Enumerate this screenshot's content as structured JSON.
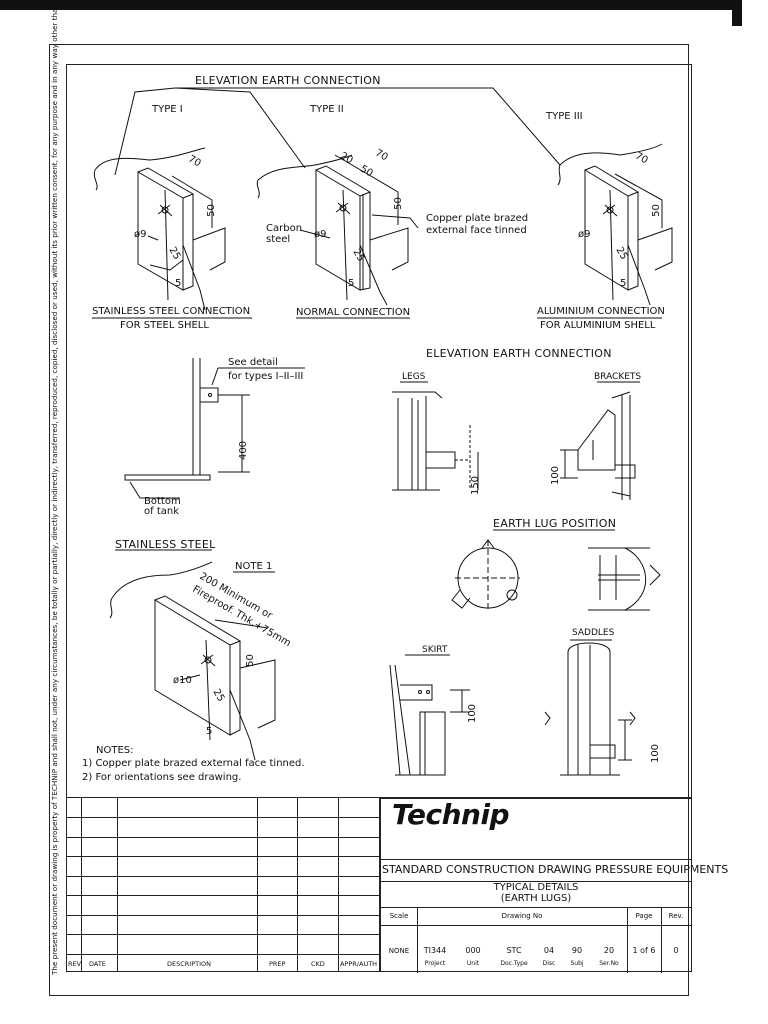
{
  "side_text": "The present document or drawing is property of TECHNIP and shall not, under any circumstances, be totally or partially, directly or indirectly, transferred, reproduced, copied, disclosed or used, without its prior written consent, for any purpose and in any way other than that for which it is specifically furnished or outside the extent of the agreed upon right of use",
  "top": {
    "title": "ELEVATION EARTH CONNECTION",
    "types": [
      {
        "type": "TYPE I",
        "caption1": "STAINLESS STEEL CONNECTION",
        "caption2": "FOR STEEL SHELL",
        "dims": {
          "d70": "70",
          "d50": "50",
          "d25": "25",
          "d5": "5",
          "phi": "ø9"
        }
      },
      {
        "type": "TYPE II",
        "caption1": "NORMAL CONNECTION",
        "caption2": "",
        "dims": {
          "d70": "70",
          "d50": "50",
          "d20": "20",
          "d50b": "50",
          "d25": "25",
          "d5": "5",
          "phi": "ø9"
        },
        "carbon1": "Carbon",
        "carbon2": "steel",
        "copper1": "Copper plate brazed",
        "copper2": "external face tinned"
      },
      {
        "type": "TYPE III",
        "caption1": "ALUMINIUM CONNECTION",
        "caption2": "FOR ALUMINIUM SHELL",
        "dims": {
          "d70": "70",
          "d50": "50",
          "d25": "25",
          "d5": "5",
          "phi": "ø9"
        }
      }
    ]
  },
  "mid_left": {
    "see1": "See detail",
    "see2": "for types I–II–III",
    "d400": "400",
    "bottom1": "Bottom",
    "bottom2": "of tank"
  },
  "mid_right": {
    "title": "ELEVATION EARTH CONNECTION",
    "legs": "LEGS",
    "brackets": "BRACKETS",
    "d150": "150",
    "d100": "100"
  },
  "lug": {
    "title": "EARTH LUG POSITION"
  },
  "stainless": {
    "title": "STAINLESS STEEL",
    "note": "NOTE 1",
    "note_text1": "200 Minimum or",
    "note_text2": "Fireproof. Thk.+75mm",
    "d50": "50",
    "d25": "25",
    "d5": "5",
    "phi": "ø10"
  },
  "skirt": {
    "label": "SKIRT",
    "d100": "100"
  },
  "saddles": {
    "label": "SADDLES",
    "d100": "100"
  },
  "notes": {
    "heading": "NOTES:",
    "n1": "1) Copper  plate brazed external face tinned.",
    "n2": "2) For orientations see drawing."
  },
  "titleblock": {
    "cols": [
      "REV",
      "DATE",
      "DESCRIPTION",
      "PREP",
      "CKD",
      "APPR/AUTH"
    ],
    "company": "Technip",
    "std_title": "STANDARD CONSTRUCTION DRAWING PRESSURE EQUIPMENTS",
    "sub1": "TYPICAL DETAILS",
    "sub2": "(EARTH LUGS)",
    "scale_h": "Scale",
    "drawing_h": "Drawing No",
    "page_h": "Page",
    "rev_h": "Rev.",
    "scale": "NONE",
    "drawing_values": [
      "TI344",
      "000",
      "STC",
      "04",
      "90",
      "20"
    ],
    "drawing_labels": [
      "Project",
      "Unit",
      "Doc.Type",
      "Disc",
      "Subj",
      "Ser.No"
    ],
    "page": "1 of 6",
    "rev": "0"
  }
}
